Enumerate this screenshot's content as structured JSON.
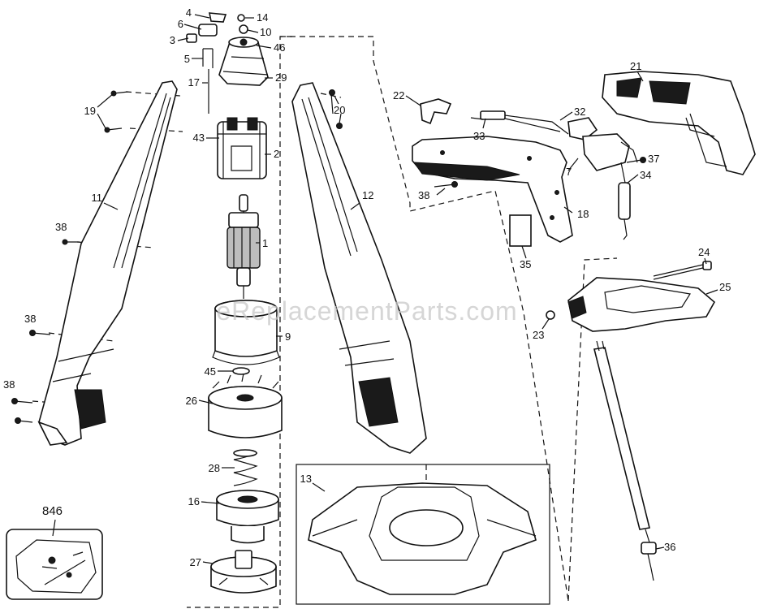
{
  "watermark": "eReplacementParts.com",
  "callouts": {
    "p1": "1",
    "p2": "2",
    "p3": "3",
    "p4": "4",
    "p5": "5",
    "p6": "6",
    "p7": "7",
    "p9": "9",
    "p10": "10",
    "p11": "11",
    "p12": "12",
    "p13": "13",
    "p14": "14",
    "p16": "16",
    "p17": "17",
    "p18": "18",
    "p19": "19",
    "p20": "20",
    "p21": "21",
    "p22": "22",
    "p23": "23",
    "p24": "24",
    "p25": "25",
    "p26": "26",
    "p27": "27",
    "p28": "28",
    "p29": "29",
    "p32": "32",
    "p33": "33",
    "p34": "34",
    "p35": "35",
    "p36": "36",
    "p37": "37",
    "p38a": "38",
    "p38b": "38",
    "p38c": "38",
    "p38d": "38",
    "p43": "43",
    "p45": "45",
    "p46": "46",
    "p846": "846"
  }
}
